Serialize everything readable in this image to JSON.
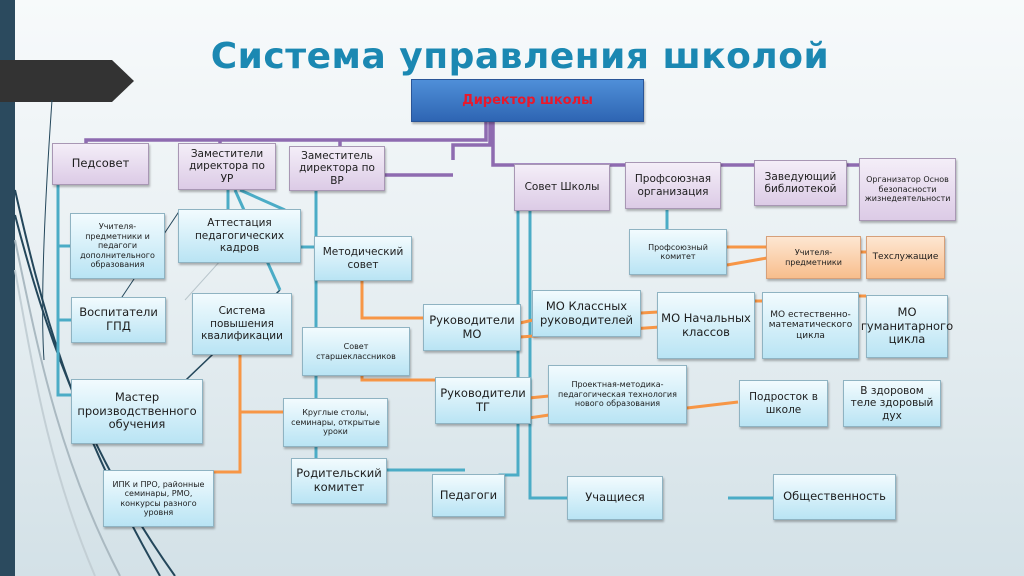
{
  "title": "Система управления школой",
  "colors": {
    "title": "#1b88b2",
    "director_text": "#e8192c",
    "purple_line": "#8e6bb0",
    "blue_line": "#4bacc6",
    "orange_line": "#f79646",
    "dark_curve": "#24475b"
  },
  "nodes": {
    "director": "Директор  школы",
    "pedsovet": "Педсовет",
    "deputy_ur": "Заместители директора по УР",
    "deputy_vr": "Заместитель директора по ВР",
    "school_council": "Совет Школы",
    "trade_union": "Профсоюзная организация",
    "librarian": "Заведующий библиотекой",
    "obzh": "Организатор Основ безопасности жизнедеятельности",
    "teachers_additional": "Учителя-предметники и педагоги дополнительного образования",
    "attestation": "Аттестация педагогических кадров",
    "method_council": "Методический совет",
    "union_committee": "Профсоюзный комитет",
    "subject_teachers": "Учителя-предметники",
    "tech_staff": "Техслужащие",
    "gpd_educators": "Воспитатели ГПД",
    "qualification": "Система повышения квалификации",
    "mo_heads": "Руководители МО",
    "mo_class_teachers": "МО Классных руководителей",
    "mo_primary": "МО Начальных классов",
    "mo_science": "МО естественно-математического цикла",
    "mo_humanities": "МО гуманитарного цикла",
    "senior_council": "Совет старшеклассников",
    "production_master": "Мастер производственного обучения",
    "tg_heads": "Руководители ТГ",
    "project_method": "Проектная-методика-педагогическая технология нового образования",
    "teen_in_school": "Подросток в школе",
    "healthy_body": "В здоровом теле здоровый дух",
    "round_tables": "Круглые столы, семинары, открытые уроки",
    "parent_committee": "Родительский комитет",
    "ipk": "ИПК и ПРО, районные семинары, РМО, конкурсы разного уровня",
    "teachers": "Педагоги",
    "students": "Учащиеся",
    "public": "Общественность"
  }
}
